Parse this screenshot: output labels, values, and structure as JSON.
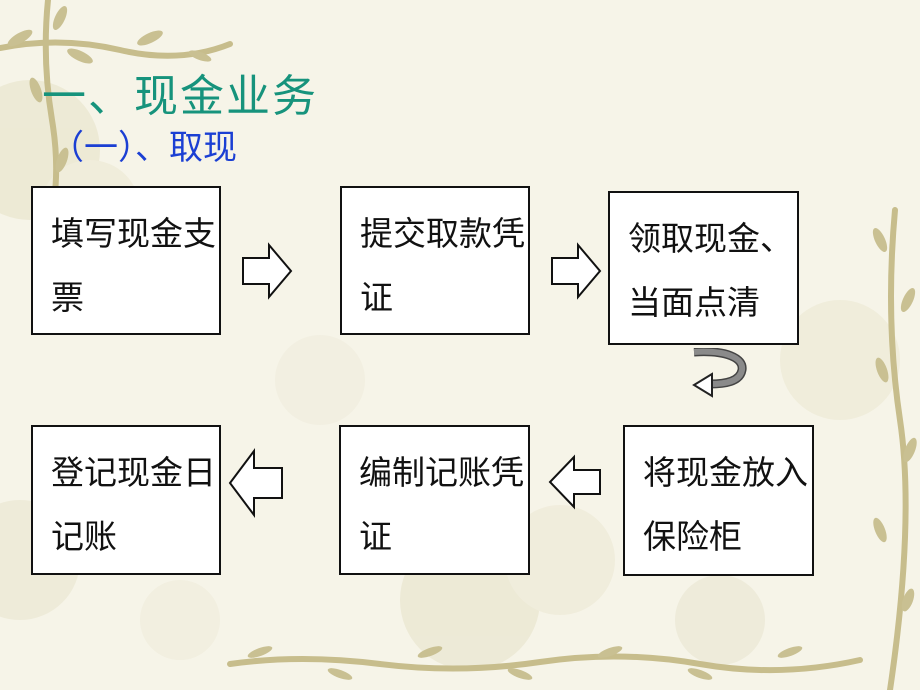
{
  "title": "一、现金业务",
  "subtitle": "（一）、取现",
  "steps": [
    {
      "line1": "填写现金支",
      "line2": "票"
    },
    {
      "line1": "提交取款凭",
      "line2": "证"
    },
    {
      "line1": "领取现金、",
      "line2": "当面点清"
    },
    {
      "line1": "将现金放入",
      "line2": "保险柜"
    },
    {
      "line1": "编制记账凭",
      "line2": "证"
    },
    {
      "line1": "登记现金日",
      "line2": "记账"
    }
  ],
  "colors": {
    "title": "#16937c",
    "subtitle": "#1b3fd3",
    "vine": "#c7bd8c",
    "u_turn_arrow": "#7f7f7f"
  }
}
